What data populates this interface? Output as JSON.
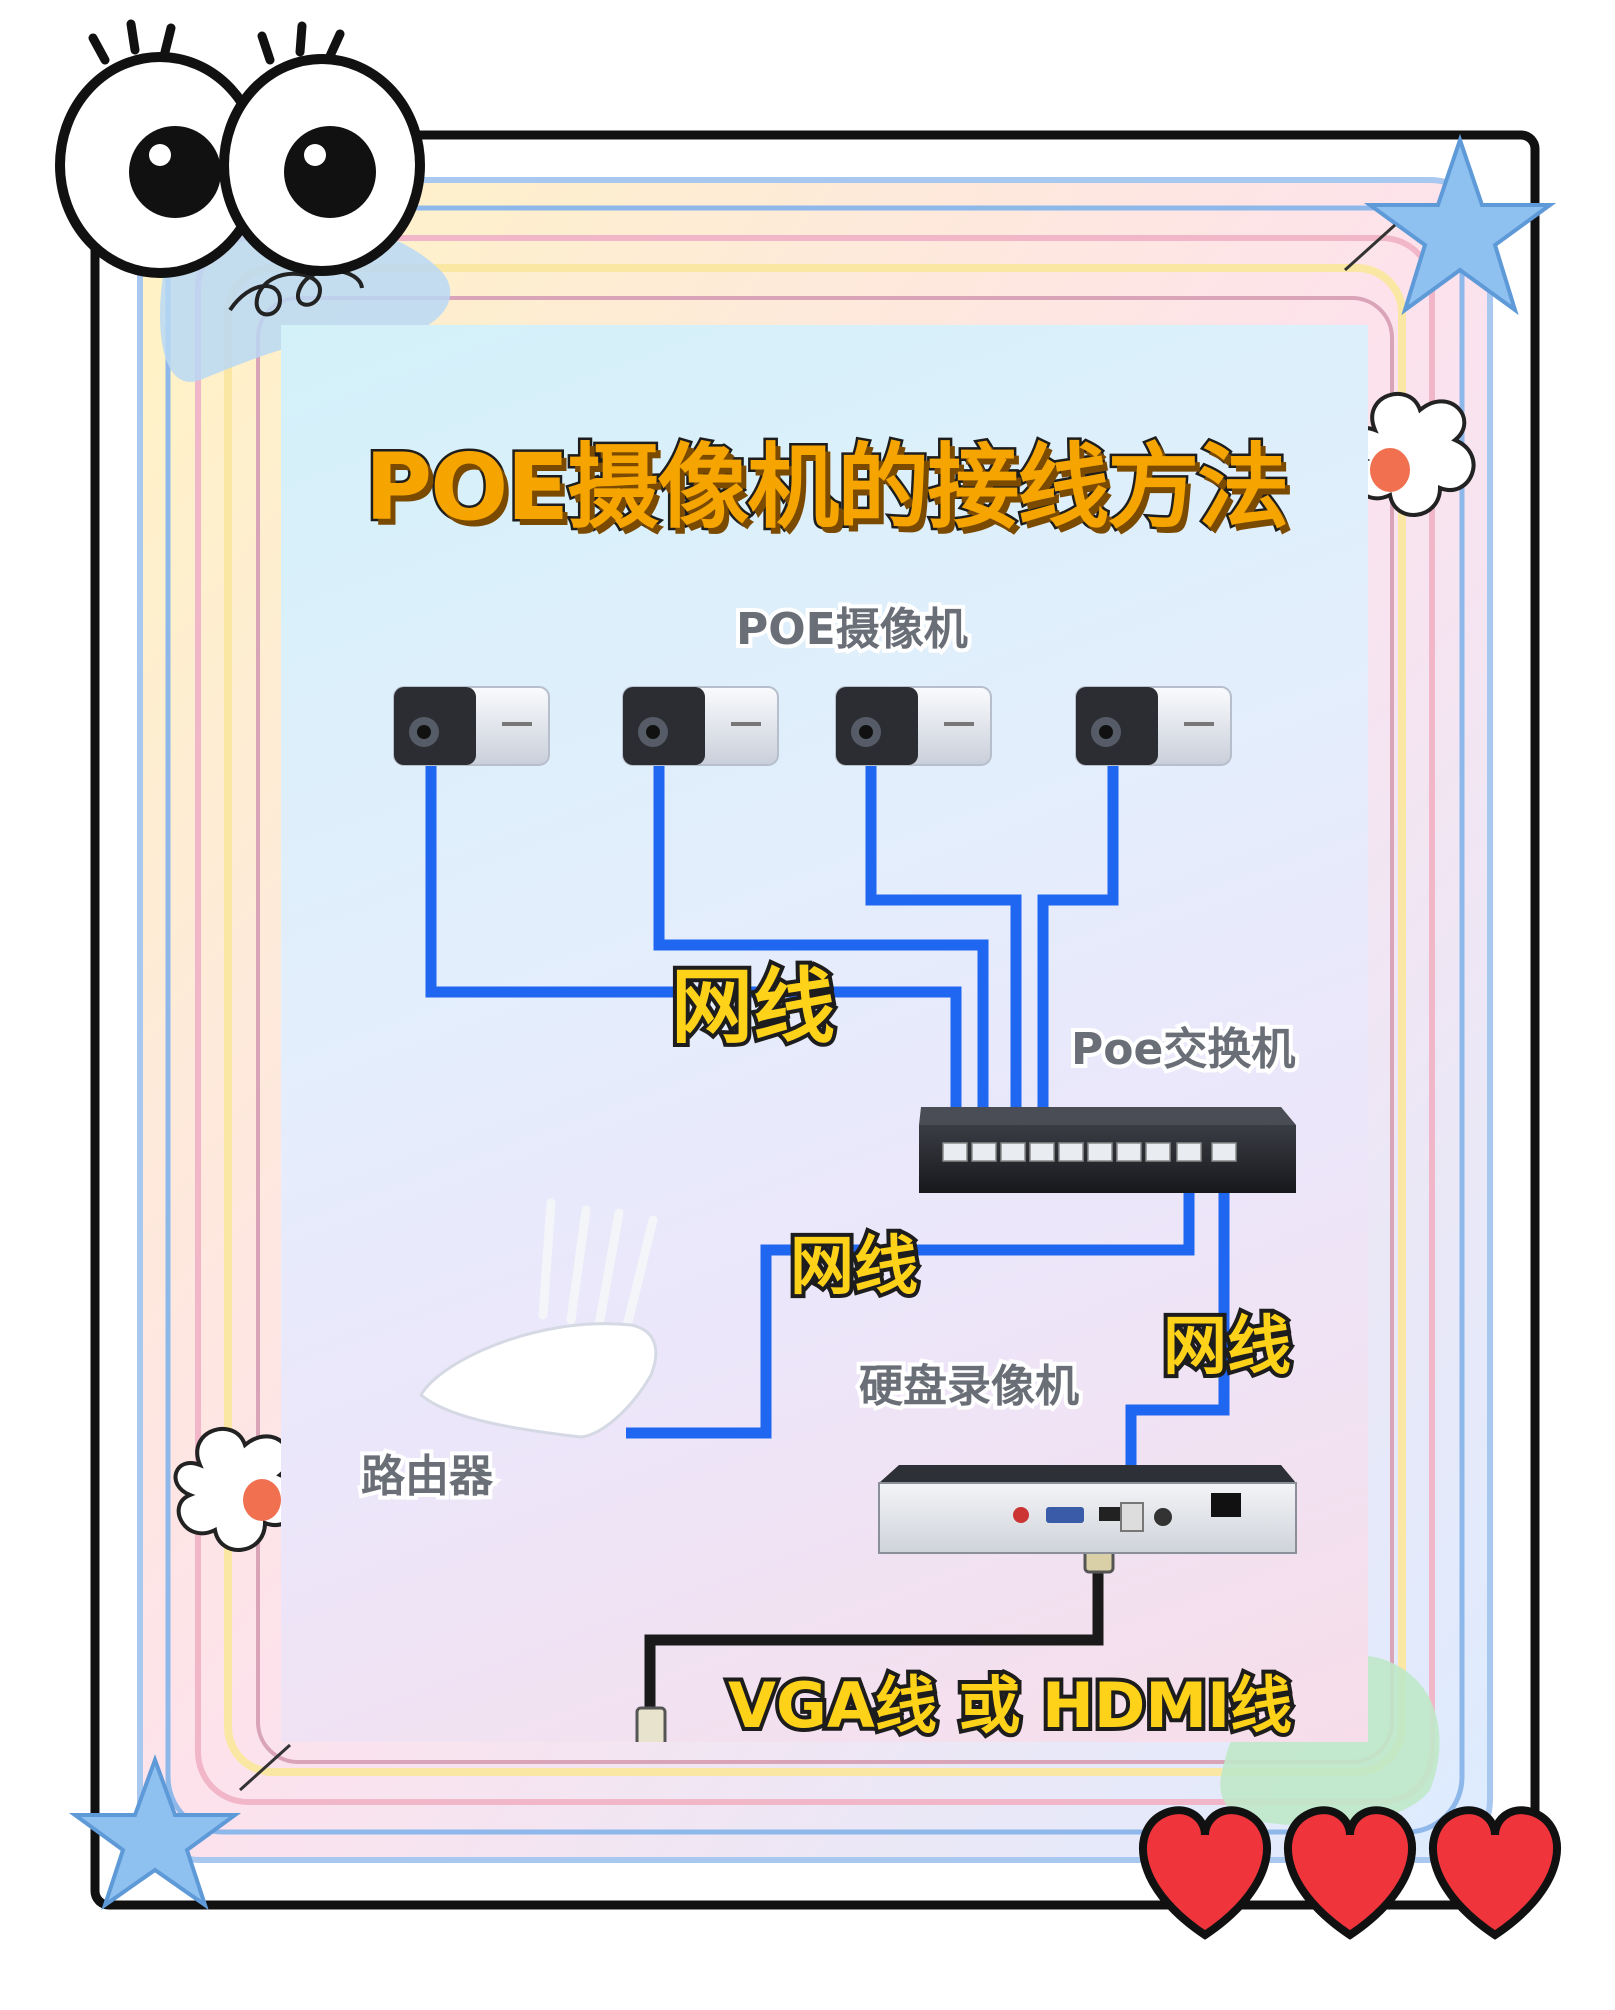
{
  "title": "POE摄像机的接线方法",
  "labels": {
    "cameras": "POE摄像机",
    "switch": "Poe交换机",
    "nvr": "硬盘录像机",
    "router": "路由器",
    "cable_cam": "网线",
    "cable_router": "网线",
    "cable_nvr": "网线",
    "video_cable": "VGA线 或 HDMI线"
  },
  "colors": {
    "title_fill": "#f5a400",
    "cable_label_fill": "#ffd21a",
    "network_cable": "#1f66f0",
    "video_cable": "#1a1a1a",
    "frame_blue": "#8fb8ea",
    "heart": "#f0343c",
    "star": "#8ec1ef"
  },
  "icons": [
    "eyes-icon",
    "star-icon",
    "flower-icon",
    "heart-icon",
    "camera-icon",
    "switch-icon",
    "router-icon",
    "nvr-icon"
  ]
}
